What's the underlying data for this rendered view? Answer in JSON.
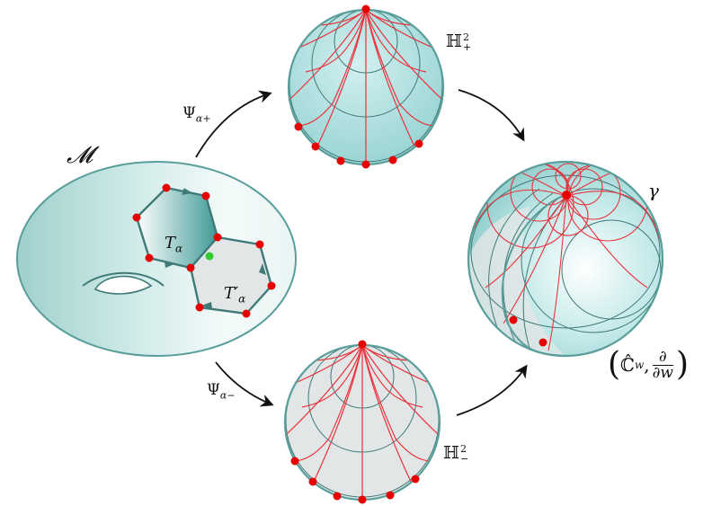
{
  "labels": {
    "manifold": "𝓜",
    "psi_plus": "Ψ",
    "psi_plus_sub": "α+",
    "psi_minus": "Ψ",
    "psi_minus_sub": "α−",
    "h_plus": "ℍ",
    "h_plus_sup": "2",
    "h_plus_sub": "+",
    "h_minus": "ℍ",
    "h_minus_sup": "2",
    "h_minus_sub": "−",
    "t_alpha": "T",
    "t_alpha_sub": "α",
    "t_alpha_prime": "T′",
    "t_alpha_prime_sub": "α",
    "gamma": "γ",
    "riemann_open": "(",
    "riemann_c": "ℂ̂",
    "riemann_c_sub": "w",
    "riemann_comma": ",",
    "riemann_num": "∂",
    "riemann_den": "∂w",
    "riemann_close": ")"
  },
  "colors": {
    "teal": "#5a9e9b",
    "teal_fill": "#a8dcdc",
    "grey_fill": "#e3e6e6",
    "red_curve": "#e8333d",
    "red_dot": "#e60000",
    "green_dot": "#33cc33",
    "dark_curve": "#3f7a78",
    "arrow": "#111111"
  },
  "icons": {
    "arrow": "curved-arrow-icon",
    "vertex": "red-dot-icon",
    "junction": "green-dot-icon"
  }
}
